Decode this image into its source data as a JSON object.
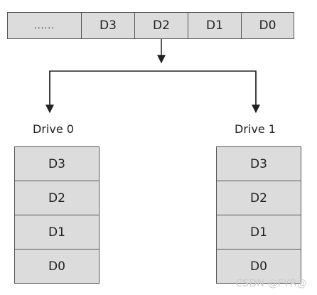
{
  "top_row": {
    "cells": [
      "......",
      "D3",
      "D2",
      "D1",
      "D0"
    ]
  },
  "drives": [
    {
      "label": "Drive 0",
      "cells": [
        "D3",
        "D2",
        "D1",
        "D0"
      ]
    },
    {
      "label": "Drive 1",
      "cells": [
        "D3",
        "D2",
        "D1",
        "D0"
      ]
    }
  ],
  "watermark": "CSDN @FYR@"
}
